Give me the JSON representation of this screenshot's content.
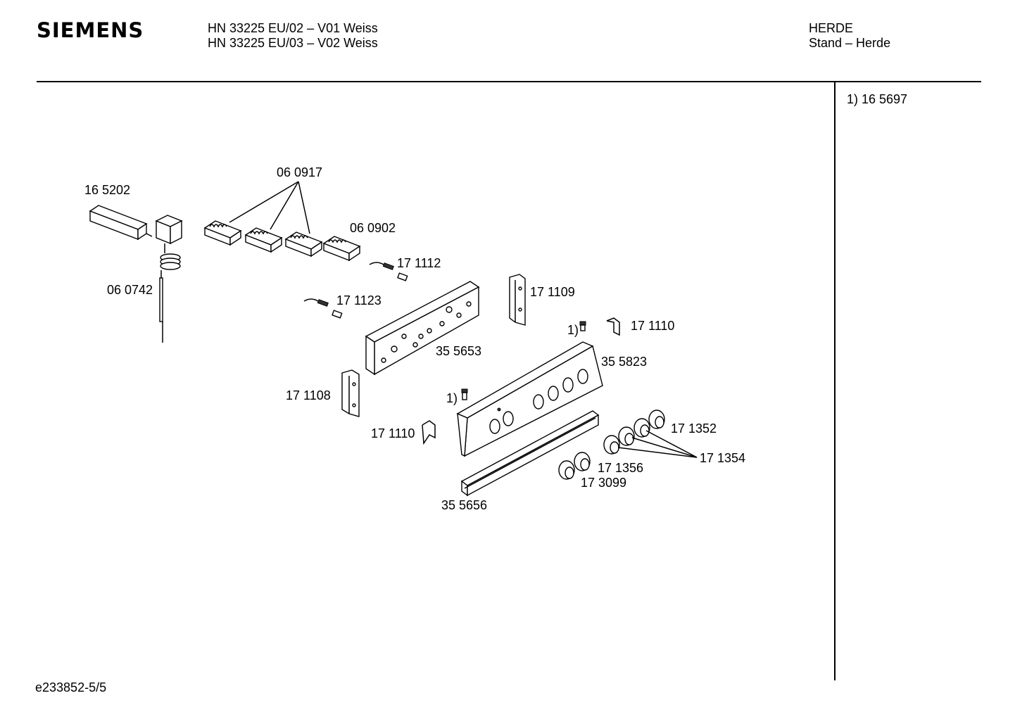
{
  "brand": "SIEMENS",
  "header": {
    "model_lines": [
      "HN 33225 EU/02 – V01 Weiss",
      "HN 33225 EU/03 – V02 Weiss"
    ],
    "category_lines": [
      "HERDE",
      "Stand – Herde"
    ]
  },
  "footnote": "1) 16 5697",
  "footer_code": "e233852-5/5",
  "labels": {
    "p165202": "16 5202",
    "p060917": "06 0917",
    "p060902": "06 0902",
    "p060742": "06 0742",
    "p171112": "17 1112",
    "p171123": "17 1123",
    "p171109": "17 1109",
    "p171110a": "17 1110",
    "p355653": "35 5653",
    "p355823": "35 5823",
    "p171108": "17 1108",
    "p171110b": "17 1110",
    "p171352": "17 1352",
    "p171354": "17 1354",
    "p171356": "17 1356",
    "p173099": "17 3099",
    "p355656": "35 5656",
    "ref1a": "1)",
    "ref1b": "1)"
  }
}
